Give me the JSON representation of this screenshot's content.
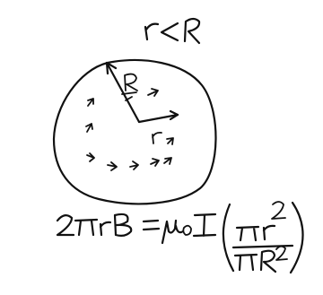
{
  "condition": "r<R",
  "labels": {
    "big_radius": "R",
    "small_radius": "r"
  },
  "equation": {
    "lhs": "2πrB",
    "equals": "=",
    "rhs_prefix": "μ₀I",
    "numerator": "πr²",
    "denominator": "πR²"
  },
  "ink_color": "#111111",
  "background_color": "#ffffff"
}
